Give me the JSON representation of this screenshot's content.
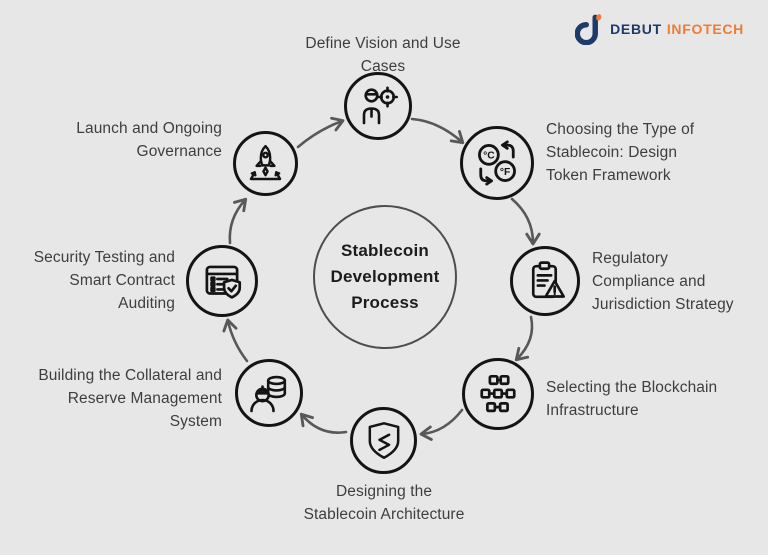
{
  "logo": {
    "text_primary": "DEBUT",
    "text_secondary": "INFOTECH",
    "color_primary": "#1e3a68",
    "color_secondary": "#ee7c34"
  },
  "center": {
    "title": "Stablecoin\nDevelopment\nProcess"
  },
  "steps": [
    {
      "position": "top",
      "label": "Define Vision and Use\nCases",
      "icon": "person-target-icon"
    },
    {
      "position": "top-right",
      "label": "Choosing the Type of\nStablecoin: Design\nToken Framework",
      "icon": "unit-exchange-icon"
    },
    {
      "position": "right",
      "label": "Regulatory\nCompliance and\nJurisdiction Strategy",
      "icon": "clipboard-warning-icon"
    },
    {
      "position": "bottom-right",
      "label": "Selecting the Blockchain\nInfrastructure",
      "icon": "blockchain-network-icon"
    },
    {
      "position": "bottom",
      "label": "Designing the\nStablecoin Architecture",
      "icon": "shield-code-icon"
    },
    {
      "position": "bottom-left",
      "label": "Building the Collateral and\nReserve Management\nSystem",
      "icon": "person-coins-icon"
    },
    {
      "position": "left",
      "label": "Security Testing and\nSmart Contract\nAuditing",
      "icon": "window-shield-check-icon"
    },
    {
      "position": "top-left",
      "label": "Launch and Ongoing\nGovernance",
      "icon": "rocket-launch-icon"
    }
  ],
  "icon_glyphs": {
    "celsius": "°C",
    "fahrenheit": "°F"
  },
  "colors": {
    "background": "#e8e7e7",
    "node_border": "#141414",
    "arrow": "#57585a",
    "label_text": "#3e3e3e",
    "center_border": "#4d4d4d"
  }
}
